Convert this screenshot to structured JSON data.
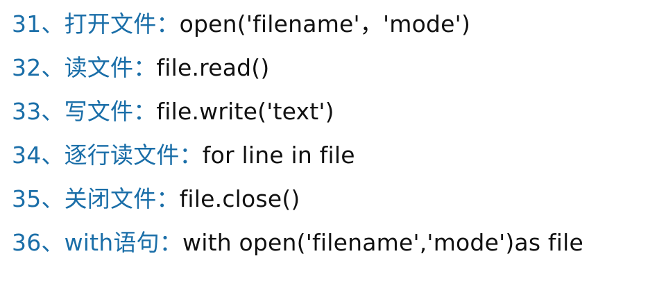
{
  "colors": {
    "label": "#1a6ea8",
    "code": "#111111",
    "background": "#ffffff"
  },
  "items": [
    {
      "label": "31、打开文件：",
      "code": "open('filename'，'mode')"
    },
    {
      "label": "32、读文件：",
      "code": "file.read()"
    },
    {
      "label": "33、写文件：",
      "code": "file.write('text')"
    },
    {
      "label": "34、逐行读文件：",
      "code": "for line in file"
    },
    {
      "label": "35、关闭文件：",
      "code": "file.close()"
    },
    {
      "label": "36、with语句：",
      "code": "with open('filename','mode')as file"
    }
  ]
}
